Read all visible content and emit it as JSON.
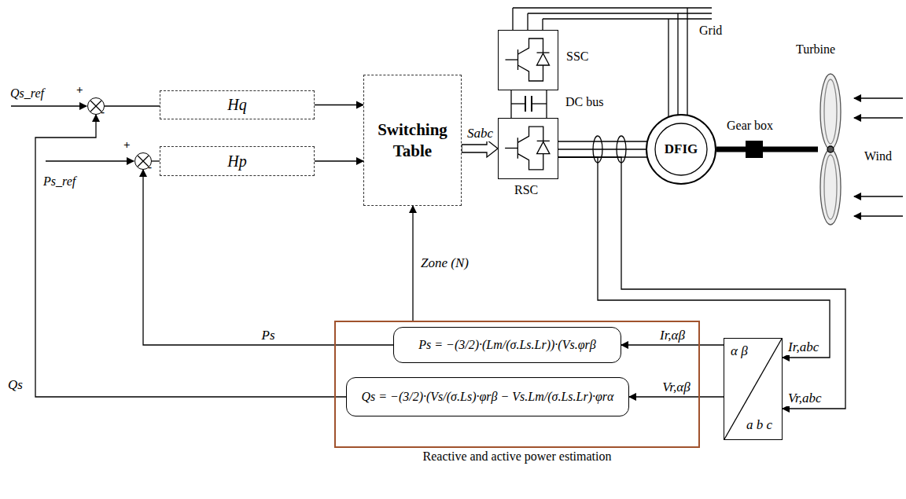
{
  "diagram": {
    "nodes": [
      {
        "text": [
          "+",
          "-"
        ]
      },
      {
        "text": [
          "Hq"
        ]
      },
      {
        "text": [
          "Switching Table"
        ]
      },
      {
        "text": [
          "+",
          "-"
        ]
      },
      {
        "text": [
          "Hp"
        ]
      },
      {
        "text": [
          "SSC"
        ]
      },
      {
        "text": [
          "RSC"
        ]
      },
      {
        "text": [
          "DFIG"
        ]
      },
      {
        "text": [
          "Gear box"
        ]
      },
      {
        "text": [
          "Turbine"
        ]
      },
      {
        "text": [
          "Reactive and active power estimation"
        ]
      },
      {
        "text": [
          "Ps = −(3/2)·(Lm/(σ.Ls.Lr))·(Vs.φrβ"
        ],
        "in": 10
      },
      {
        "text": [
          "Qs = −(3/2)·(Vs/(σ.Ls)·φrβ − Vs.Lm/(σ.Ls.Lr)·φrα"
        ],
        "in": 10
      },
      {
        "text": [
          "α β",
          "a b c"
        ]
      }
    ],
    "edges": [
      {
        "from": 0,
        "to": 1,
        "arrow": "none"
      },
      {
        "from": 3,
        "to": 4,
        "arrow": "none"
      },
      {
        "from": 1,
        "to": 2,
        "arrow": "to"
      },
      {
        "from": 4,
        "to": 2,
        "arrow": "to"
      },
      {
        "from": 2,
        "to": 6,
        "arrow": "to",
        "label": "Sabc"
      },
      {
        "from": 5,
        "to": 6,
        "arrow": "none"
      },
      {
        "from": 6,
        "to": 7,
        "arrow": "none"
      },
      {
        "from": 7,
        "to": 8,
        "arrow": "none"
      },
      {
        "from": 8,
        "to": 9,
        "arrow": "none"
      },
      {
        "from": 10,
        "to": 2,
        "arrow": "to",
        "label": "Zone (N)"
      },
      {
        "from": 11,
        "to": 3,
        "arrow": "to",
        "label": "Ps"
      },
      {
        "from": 12,
        "to": 0,
        "arrow": "to",
        "label": "Qs"
      },
      {
        "from": 13,
        "to": 11,
        "arrow": "to",
        "label": "Ir,αβ"
      },
      {
        "from": 13,
        "to": 12,
        "arrow": "to",
        "label": "Vr,αβ"
      },
      {
        "from": 6,
        "to": 13,
        "arrow": "to",
        "label": "Ir,abc"
      },
      {
        "from": 6,
        "to": 13,
        "arrow": "to",
        "label": "Vr,abc"
      }
    ],
    "labels": [
      "Qs_ref",
      "Ps_ref",
      "DC bus",
      "Grid",
      "Wind"
    ]
  }
}
